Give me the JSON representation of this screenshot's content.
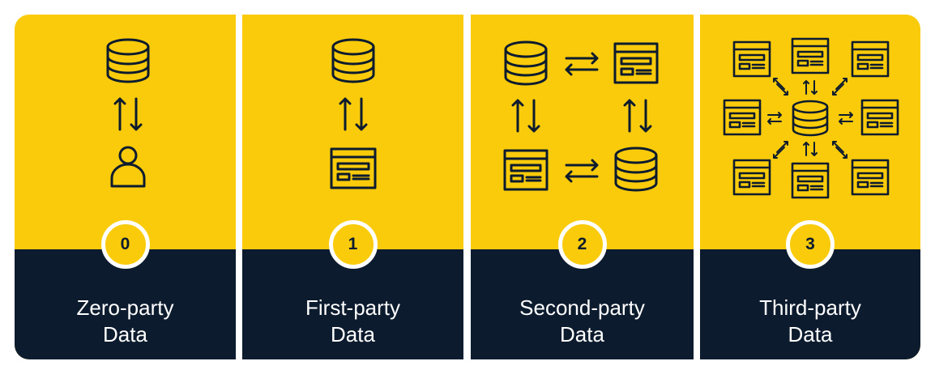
{
  "cards": [
    {
      "number": "0",
      "title": "Zero-party",
      "subtitle": "Data"
    },
    {
      "number": "1",
      "title": "First-party",
      "subtitle": "Data"
    },
    {
      "number": "2",
      "title": "Second-party",
      "subtitle": "Data"
    },
    {
      "number": "3",
      "title": "Third-party",
      "subtitle": "Data"
    }
  ],
  "colors": {
    "accent": "#f9cb0a",
    "dark": "#0d1b2e",
    "divider": "#ffffff"
  },
  "icons": {
    "card0": [
      "database-icon",
      "bidirectional-arrows-icon",
      "user-icon"
    ],
    "card1": [
      "database-icon",
      "bidirectional-arrows-icon",
      "window-icon"
    ],
    "card2": [
      "database-icon",
      "window-icon",
      "bidirectional-arrows-icon"
    ],
    "card3": [
      "database-icon",
      "window-icon",
      "bidirectional-arrows-icon"
    ]
  }
}
